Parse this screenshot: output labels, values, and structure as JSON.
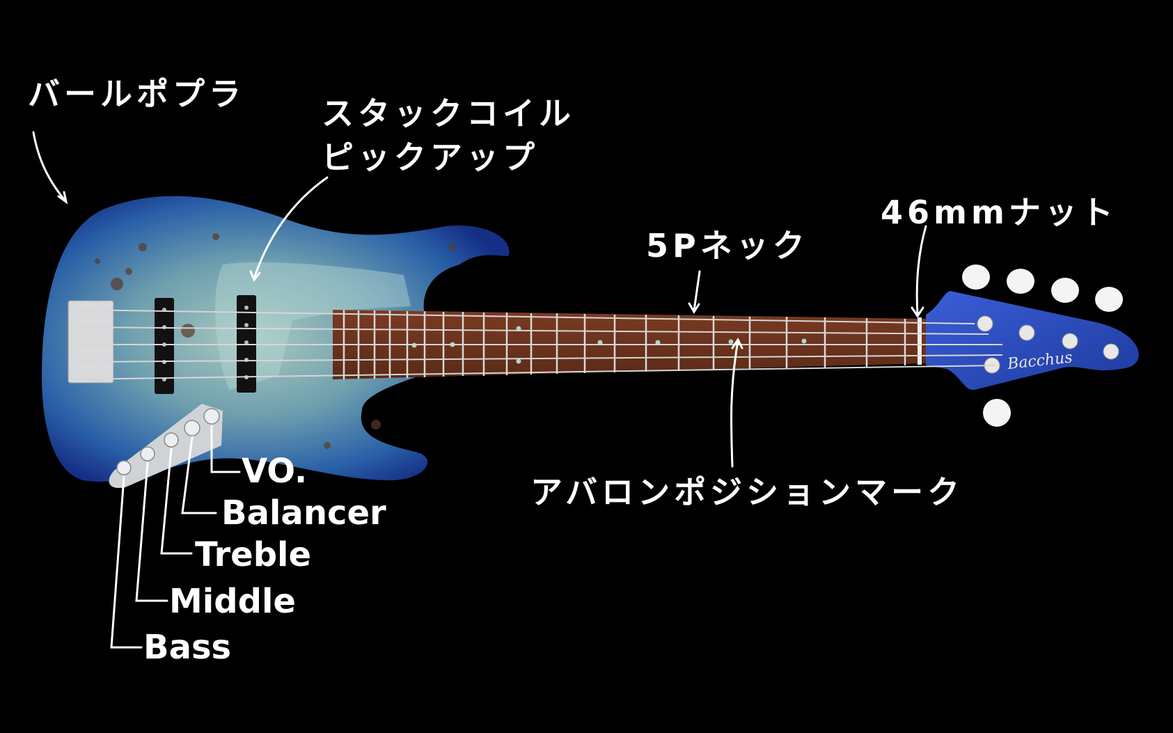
{
  "diagram": {
    "subject": "5-string electric bass guitar (Bacchus)",
    "background": "#000000",
    "headstock_logo": "Bacchus",
    "colors": {
      "body_edge": "#1d3f9c",
      "body_center": "#8fb8b6",
      "headstock": "#2f4fc4",
      "fretboard": "#6a3320",
      "label_text": "#ffffff"
    },
    "labels": {
      "burl_poplar": "バールポプラ",
      "stack_coil_line1": "スタックコイル",
      "stack_coil_line2": "ピックアップ",
      "neck_5p": "5Pネック",
      "nut_46mm": "46mmナット",
      "abalone_marks": "アバロンポジションマーク",
      "knob_volume": "VO.",
      "knob_balancer": "Balancer",
      "knob_treble": "Treble",
      "knob_middle": "Middle",
      "knob_bass": "Bass"
    }
  }
}
